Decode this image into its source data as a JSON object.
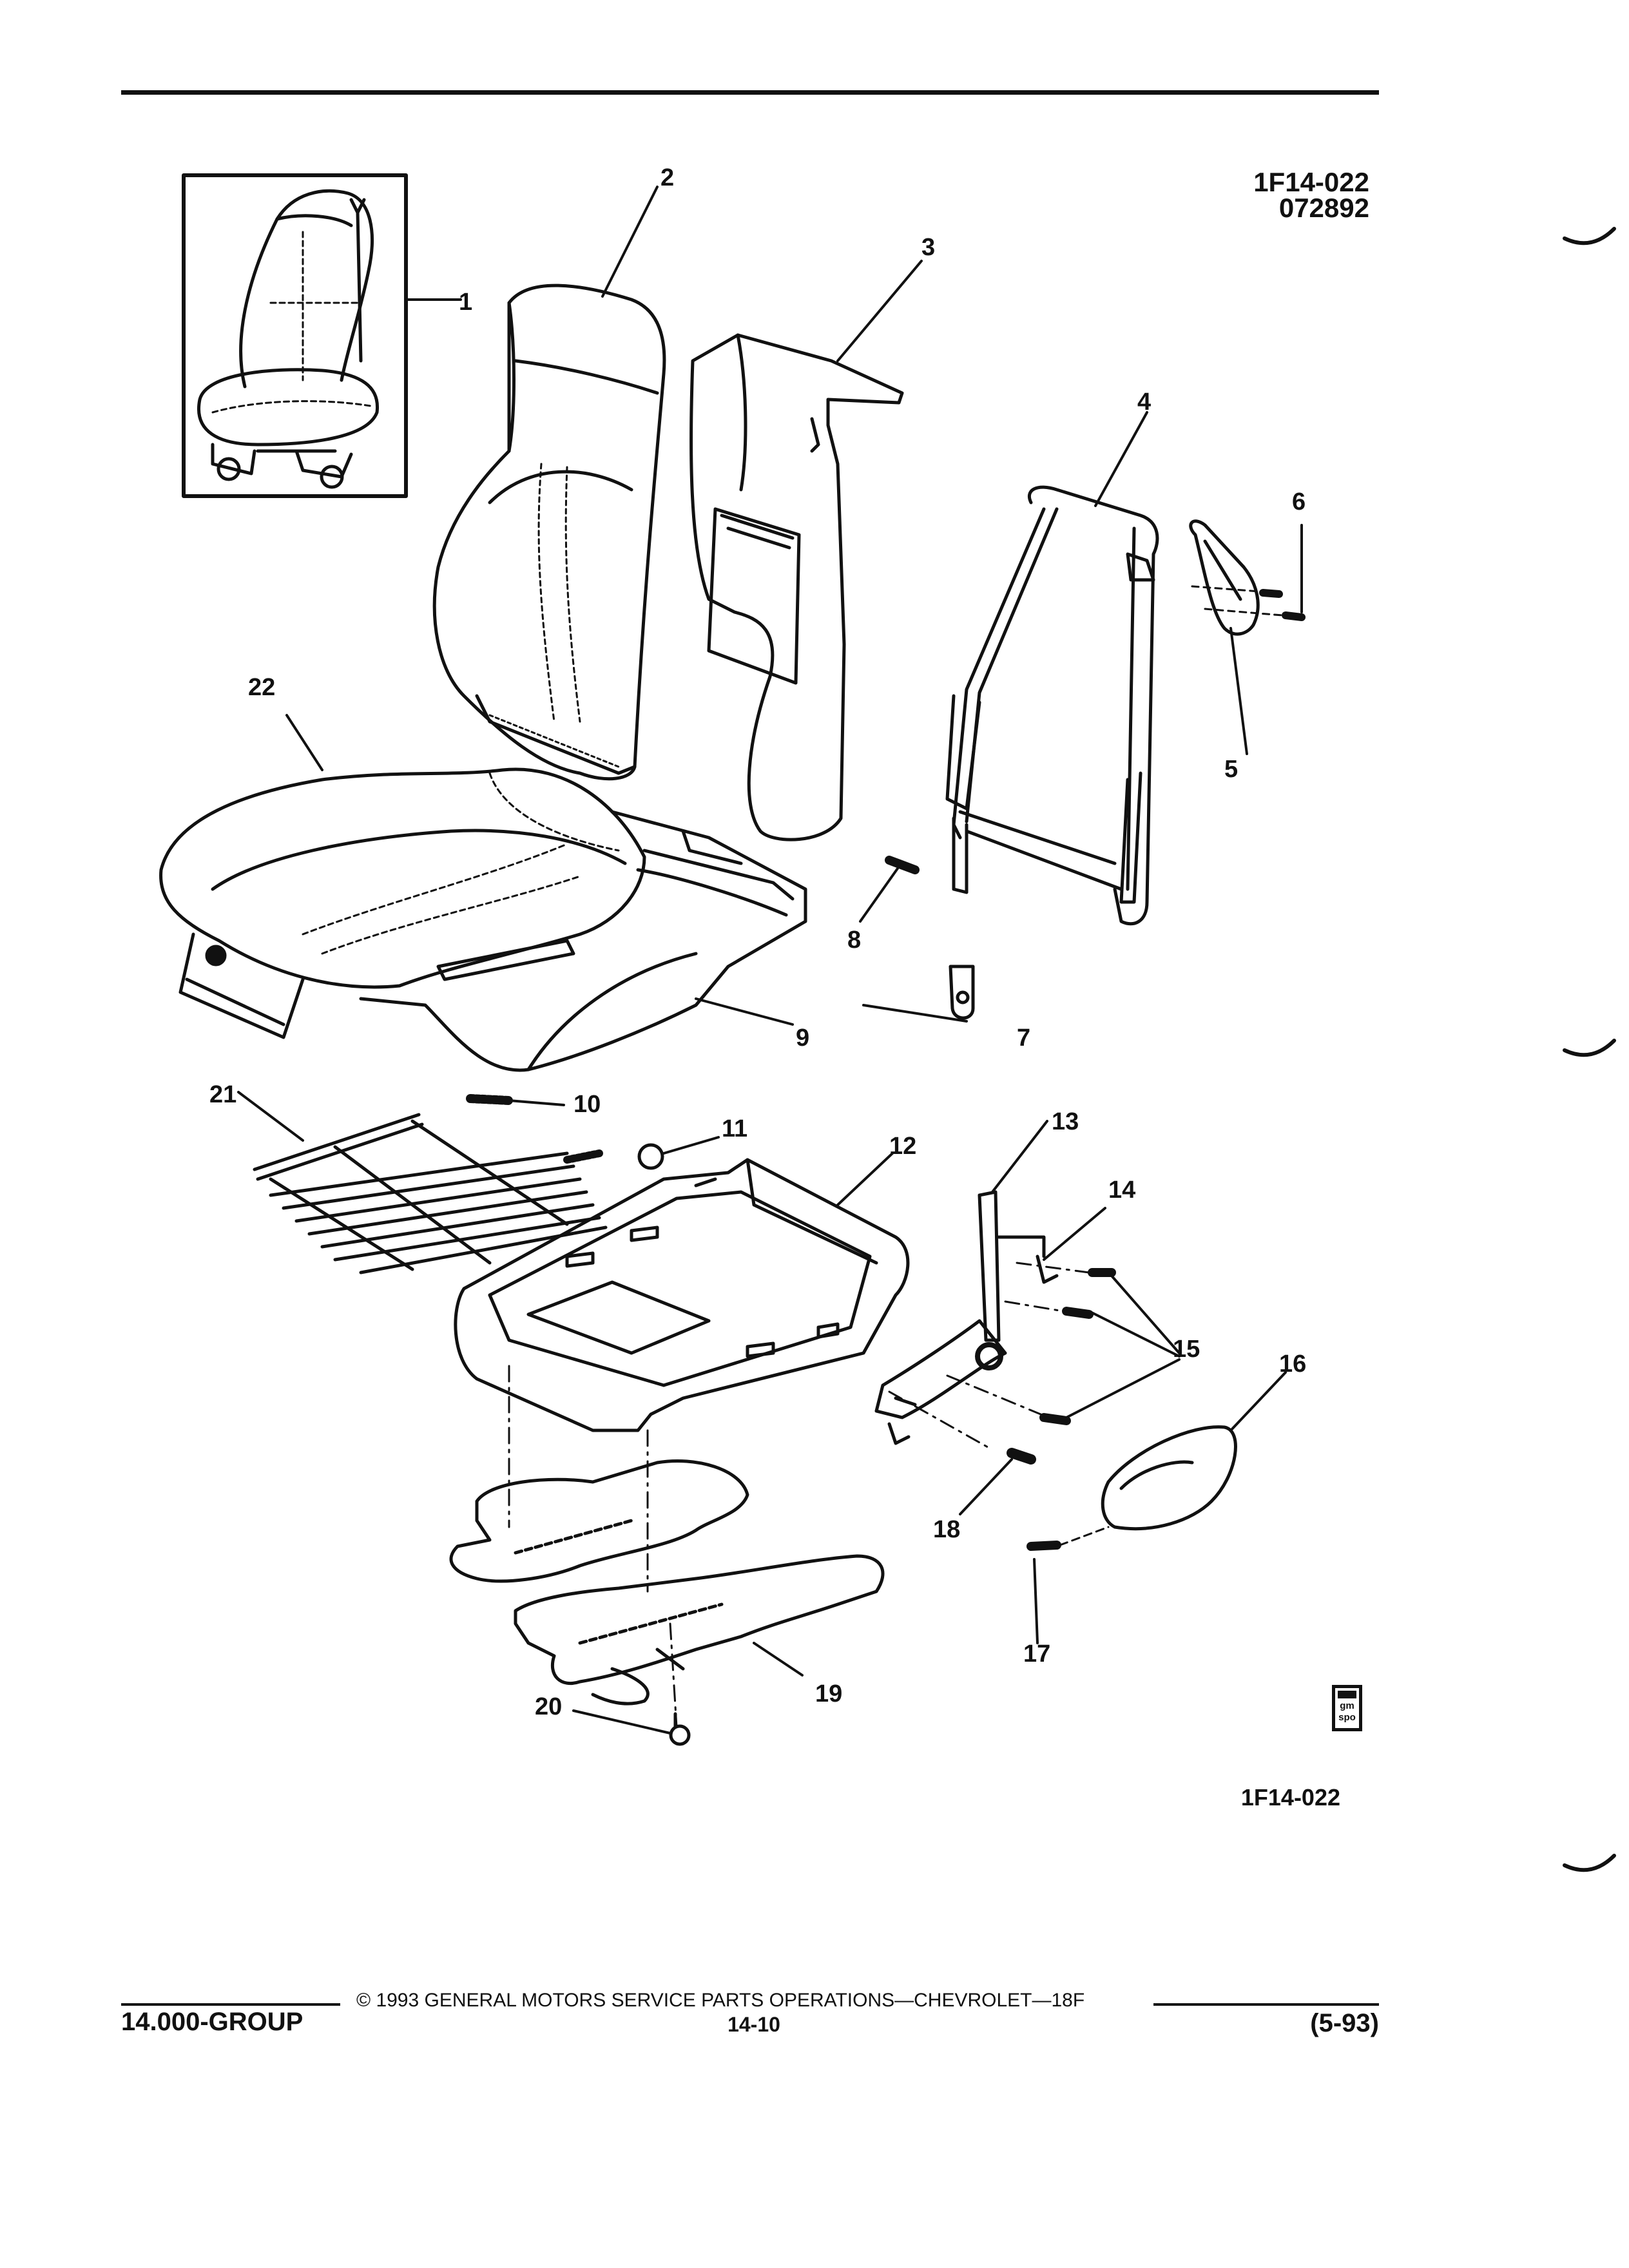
{
  "header": {
    "figure_code": "1F14-022",
    "figure_date": "072892"
  },
  "figure_footer_code": "1F14-022",
  "callouts": [
    "1",
    "2",
    "3",
    "4",
    "5",
    "6",
    "7",
    "8",
    "9",
    "10",
    "11",
    "12",
    "13",
    "14",
    "15",
    "16",
    "17",
    "18",
    "19",
    "20",
    "21",
    "22"
  ],
  "logo": {
    "text_top": "gm",
    "text_bottom": "spo"
  },
  "footer": {
    "copyright": "©  1993  GENERAL MOTORS SERVICE PARTS OPERATIONS—CHEVROLET—18F",
    "group": "14.000-GROUP",
    "page": "14-10",
    "revision": "(5-93)"
  }
}
